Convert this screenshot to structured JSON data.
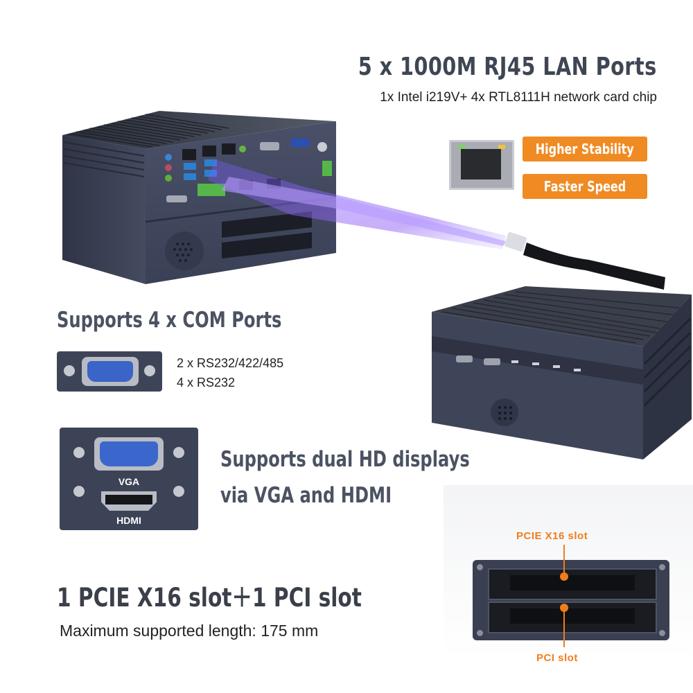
{
  "lan": {
    "title": "5 x 1000M RJ45 LAN Ports",
    "subtitle": "1x Intel i219V+ 4x RTL8111H network card chip",
    "badges": [
      "Higher Stability",
      "Faster Speed"
    ]
  },
  "com": {
    "title": "Supports 4 x COM Ports",
    "lines": [
      "2 x RS232/422/485",
      "4 x RS232"
    ]
  },
  "display": {
    "title_line1": "Supports dual HD displays",
    "title_line2": "via VGA and HDMI",
    "vga_label": "VGA",
    "hdmi_label": "HDMI"
  },
  "slots": {
    "title": "1 PCIE X16 slot＋1 PCI slot",
    "subtitle": "Maximum supported length: 175 mm",
    "pcie_label": "PCIE X16 slot",
    "pci_label": "PCI slot"
  },
  "colors": {
    "accent_orange": "#f08a22",
    "chassis": "#3c4256",
    "heading_gray": "#3f4653"
  }
}
